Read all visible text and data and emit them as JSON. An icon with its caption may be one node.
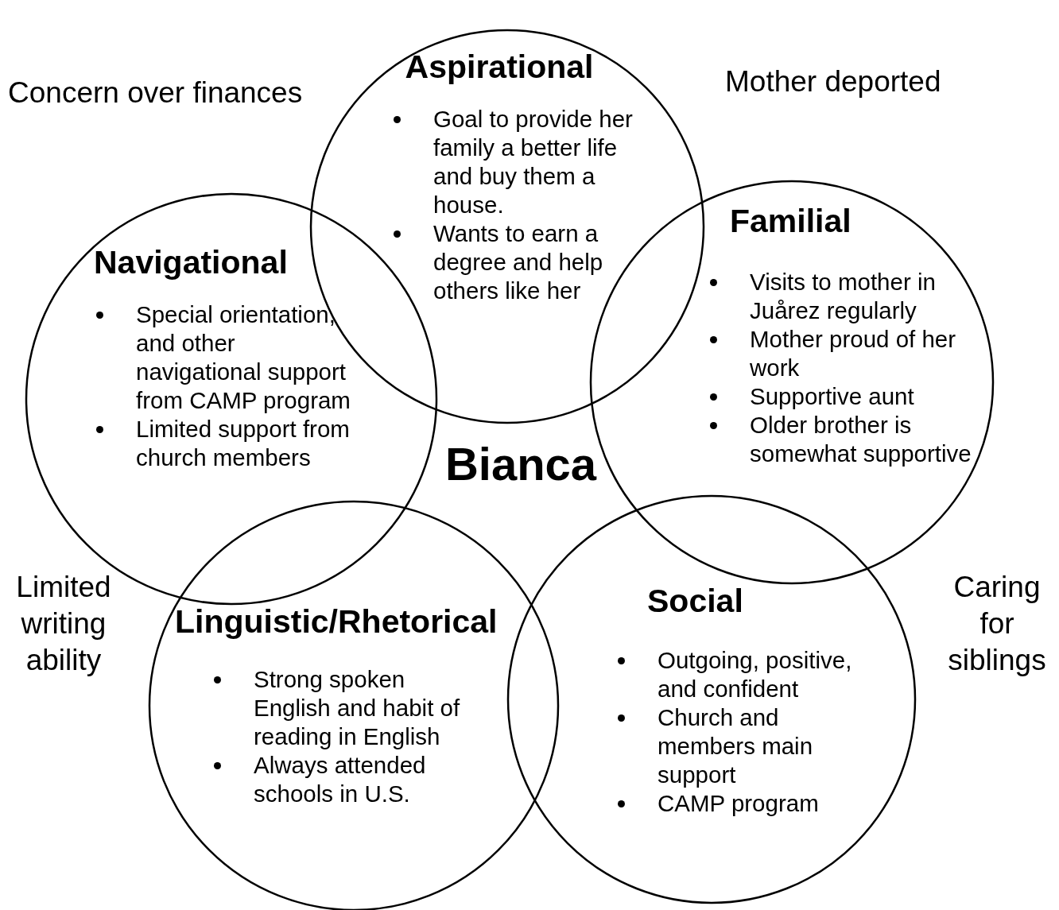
{
  "diagram": {
    "nodes": [
      {
        "text": [
          "Aspirational",
          "Goal to provide her family a better life and buy them a house.",
          "Wants to earn a degree and help others like her"
        ]
      },
      {
        "text": [
          "Navigational",
          "Special orientation, and other navigational support from CAMP program",
          "Limited support from church members"
        ]
      },
      {
        "text": [
          "Familial",
          "Visits to mother in Juårez regularly",
          "Mother proud of her work",
          "Supportive aunt",
          "Older brother is somewhat supportive"
        ]
      },
      {
        "text": [
          "Linguistic/Rhetorical",
          "Strong spoken English and habit of reading in English",
          "Always attended schools in U.S."
        ]
      },
      {
        "text": [
          "Social",
          "Outgoing, positive, and confident",
          "Church and members main support",
          "CAMP program"
        ]
      }
    ],
    "labels": [
      "Concern over finances",
      "Mother deported",
      "Bianca",
      "Limited writing ability",
      "Caring for siblings"
    ]
  }
}
